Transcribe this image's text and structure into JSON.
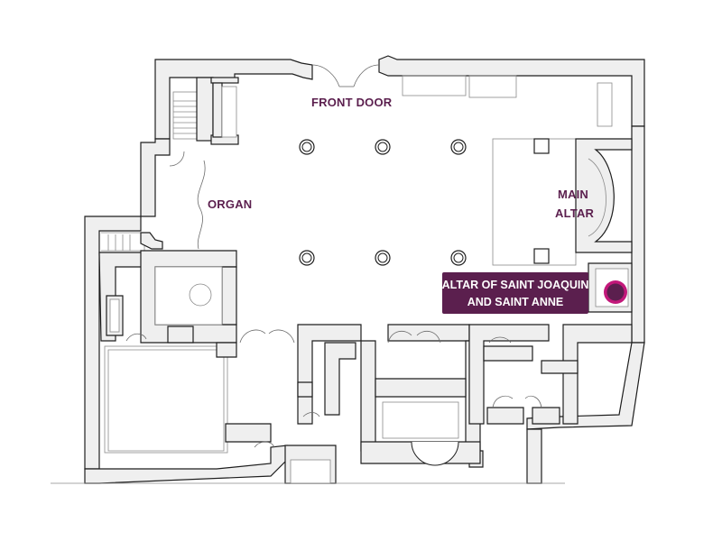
{
  "labels": {
    "front_door": "FRONT DOOR",
    "organ": "ORGAN",
    "main_altar_line1": "MAIN",
    "main_altar_line2": "ALTAR"
  },
  "callout": {
    "line1": "ALTAR OF SAINT JOAQUIN",
    "line2": "AND SAINT ANNE"
  },
  "colors": {
    "accent": "#5b1f4e",
    "marker_ring": "#c2187a",
    "marker_fill": "#5b1f4e",
    "wall_fill": "#efefef",
    "wall_stroke": "#1e1e1e"
  },
  "icons": {
    "location_marker": "location-marker-icon"
  }
}
